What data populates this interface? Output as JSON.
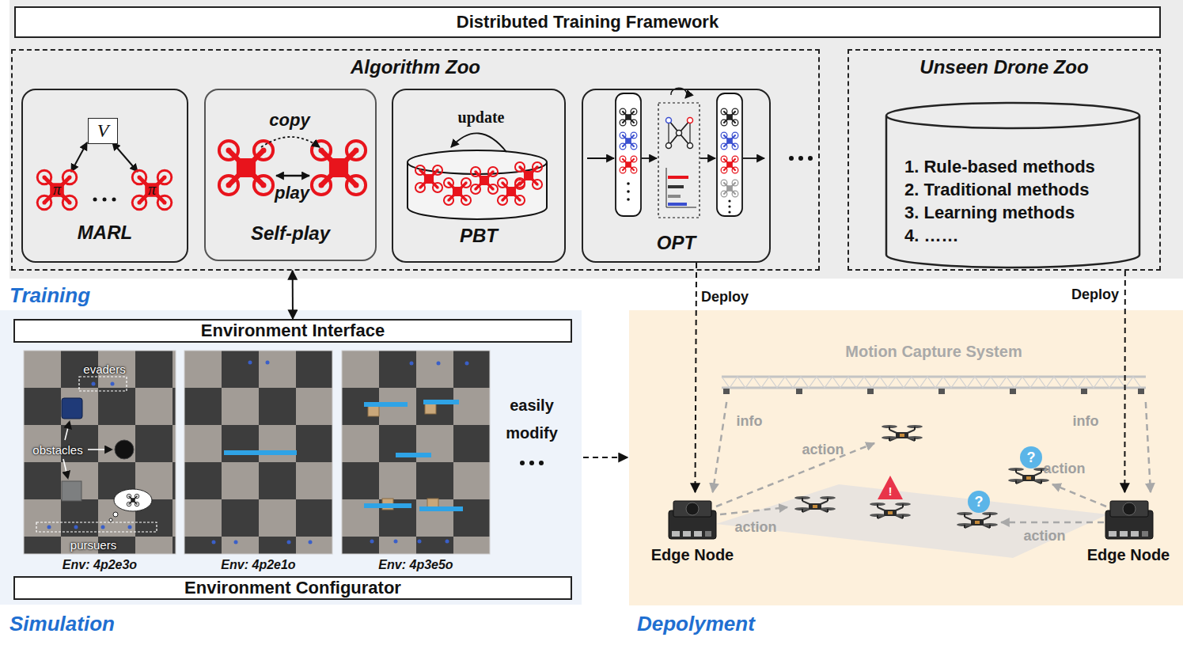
{
  "diagram": {
    "nodes": [
      {
        "text": [
          "Distributed Training Framework"
        ]
      },
      {
        "text": [
          "Algorithm Zoo"
        ]
      },
      {
        "text": [
          "MARL"
        ],
        "in": 1
      },
      {
        "text": [
          "V"
        ],
        "in": 2
      },
      {
        "text": [
          "Self-play"
        ],
        "in": 1
      },
      {
        "text": [
          "PBT"
        ],
        "in": 1
      },
      {
        "text": [
          "OPT"
        ],
        "in": 1
      },
      {
        "text": [
          "Unseen Drone Zoo"
        ]
      },
      {
        "text": [
          "1. Rule-based methods",
          "2. Traditional methods",
          "3. Learning methods",
          "4. ……"
        ],
        "in": 7
      },
      {
        "text": [
          "Environment Interface"
        ]
      },
      {
        "text": [
          "Env: 4p2e3o"
        ]
      },
      {
        "text": [
          "Env: 4p2e1o"
        ]
      },
      {
        "text": [
          "Env: 4p3e5o"
        ]
      },
      {
        "text": [
          "Environment Configurator"
        ]
      },
      {
        "text": [
          "Motion Capture System"
        ]
      },
      {
        "text": [
          "Edge Node"
        ]
      },
      {
        "text": [
          "Edge Node"
        ]
      }
    ],
    "edges": [
      {
        "from": 1,
        "to": 9,
        "arrow": "both"
      },
      {
        "from": 6,
        "to": 15,
        "label": "Deploy",
        "arrow": "to"
      },
      {
        "from": 7,
        "to": 16,
        "label": "Deploy",
        "arrow": "to"
      },
      {
        "from": 14,
        "to": 15,
        "label": "info",
        "arrow": "to"
      },
      {
        "from": 14,
        "to": 16,
        "label": "info",
        "arrow": "to"
      }
    ],
    "labels": [
      "copy",
      "play",
      "update",
      "Training",
      "evaders",
      "obstacles",
      "pursuers",
      "easily modify",
      "Simulation",
      "action",
      "action",
      "action",
      "action",
      "Depolyment",
      "π",
      "π",
      "!",
      "?",
      "?"
    ]
  }
}
